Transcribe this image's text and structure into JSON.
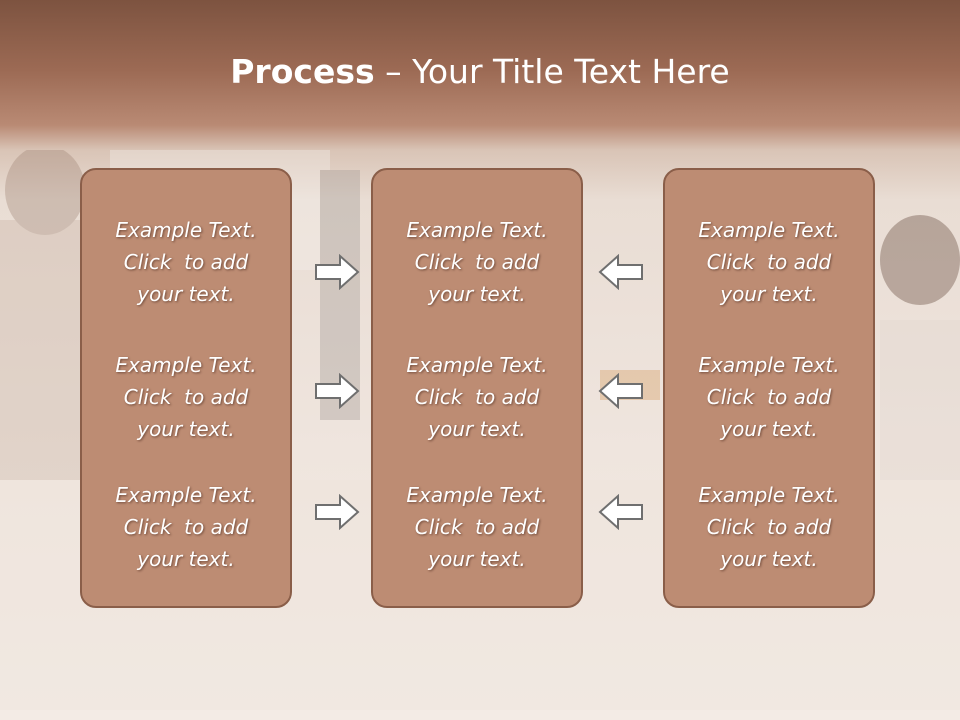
{
  "title": {
    "bold": "Process",
    "rest": " – Your Title Text Here"
  },
  "columns": [
    {
      "items": [
        {
          "line1": "Example Text.",
          "line2": "Click  to add",
          "line3": "your text."
        },
        {
          "line1": "Example Text.",
          "line2": "Click  to add",
          "line3": "your text."
        },
        {
          "line1": "Example Text.",
          "line2": "Click  to add",
          "line3": "your text."
        }
      ]
    },
    {
      "items": [
        {
          "line1": "Example Text.",
          "line2": "Click  to add",
          "line3": "your text."
        },
        {
          "line1": "Example Text.",
          "line2": "Click  to add",
          "line3": "your text."
        },
        {
          "line1": "Example Text.",
          "line2": "Click  to add",
          "line3": "your text."
        }
      ]
    },
    {
      "items": [
        {
          "line1": "Example Text.",
          "line2": "Click  to add",
          "line3": "your text."
        },
        {
          "line1": "Example Text.",
          "line2": "Click  to add",
          "line3": "your text."
        },
        {
          "line1": "Example Text.",
          "line2": "Click  to add",
          "line3": "your text."
        }
      ]
    }
  ],
  "arrows": {
    "left_column": "right-arrow-icon",
    "right_column": "left-arrow-icon"
  },
  "colors": {
    "panel": "#bd8c73",
    "panel_border": "#8a5e49",
    "title_bar": "#9c6a54",
    "text": "#ffffff"
  }
}
